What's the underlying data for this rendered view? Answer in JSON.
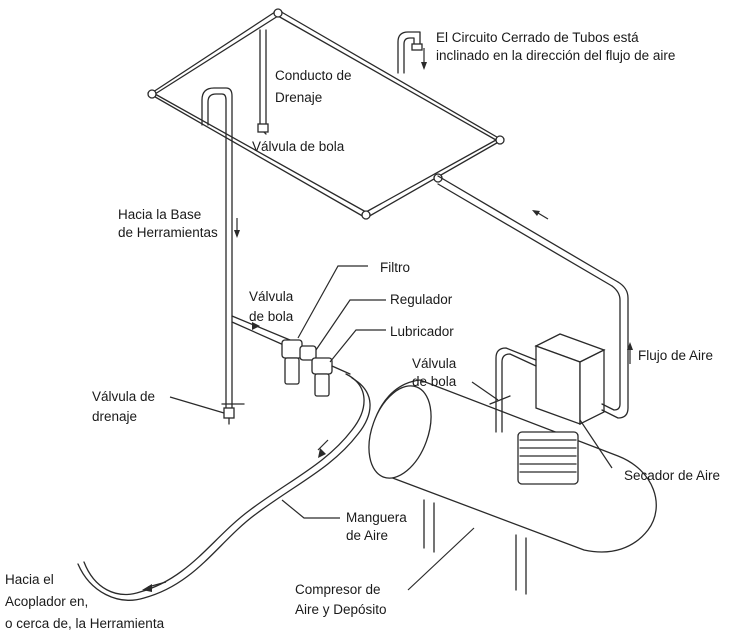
{
  "labels": {
    "closed_loop_line1": "El Circuito Cerrado de Tubos está",
    "closed_loop_line2": "inclinado en la dirección del flujo de aire",
    "drain_conduit_line1": "Conducto de",
    "drain_conduit_line2": "Drenaje",
    "ball_valve_top": "Válvula de bola",
    "to_tool_base_line1": "Hacia la Base",
    "to_tool_base_line2": "de Herramientas",
    "filter": "Filtro",
    "ball_valve_left_line1": "Válvula",
    "ball_valve_left_line2": "de bola",
    "regulator": "Regulador",
    "lubricator": "Lubricador",
    "ball_valve_right_line1": "Válvula",
    "ball_valve_right_line2": "de bola",
    "air_flow": "Flujo de Aire",
    "drain_valve_line1": "Válvula de",
    "drain_valve_line2": "drenaje",
    "air_dryer": "Secador de Aire",
    "air_hose_line1": "Manguera",
    "air_hose_line2": "de Aire",
    "compressor_line1": "Compresor de",
    "compressor_line2": "Aire y Depósito",
    "to_coupler_line1": "Hacia el",
    "to_coupler_line2": "Acoplador en,",
    "to_coupler_line3": "o cerca de, la Herramienta"
  }
}
